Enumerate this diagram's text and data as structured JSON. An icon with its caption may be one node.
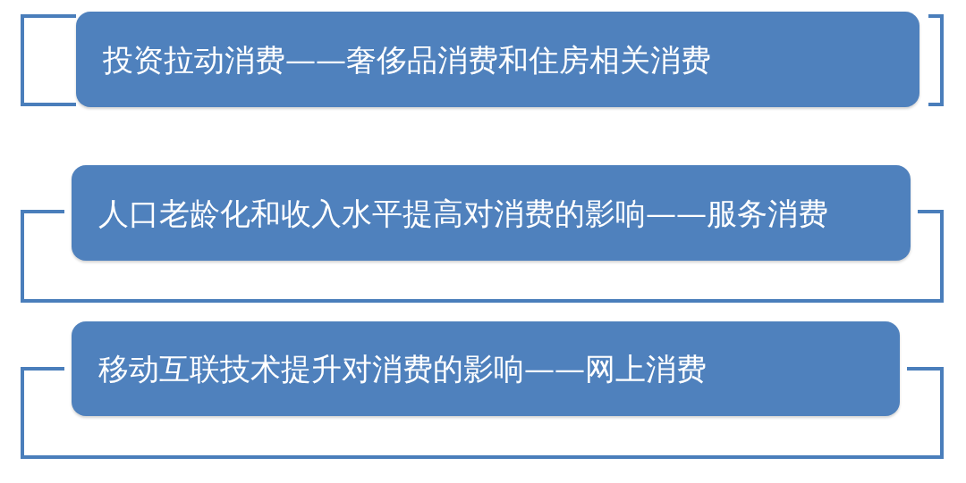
{
  "diagram": {
    "nodes": [
      {
        "text": [
          "投资拉动消费——奢侈品消费和住房相关消费"
        ]
      },
      {
        "text": [
          "人口老龄化和收入水平提高对消费的影响——服务消费"
        ]
      },
      {
        "text": [
          "移动互联技术提升对消费的影响——网上消费"
        ]
      }
    ]
  }
}
